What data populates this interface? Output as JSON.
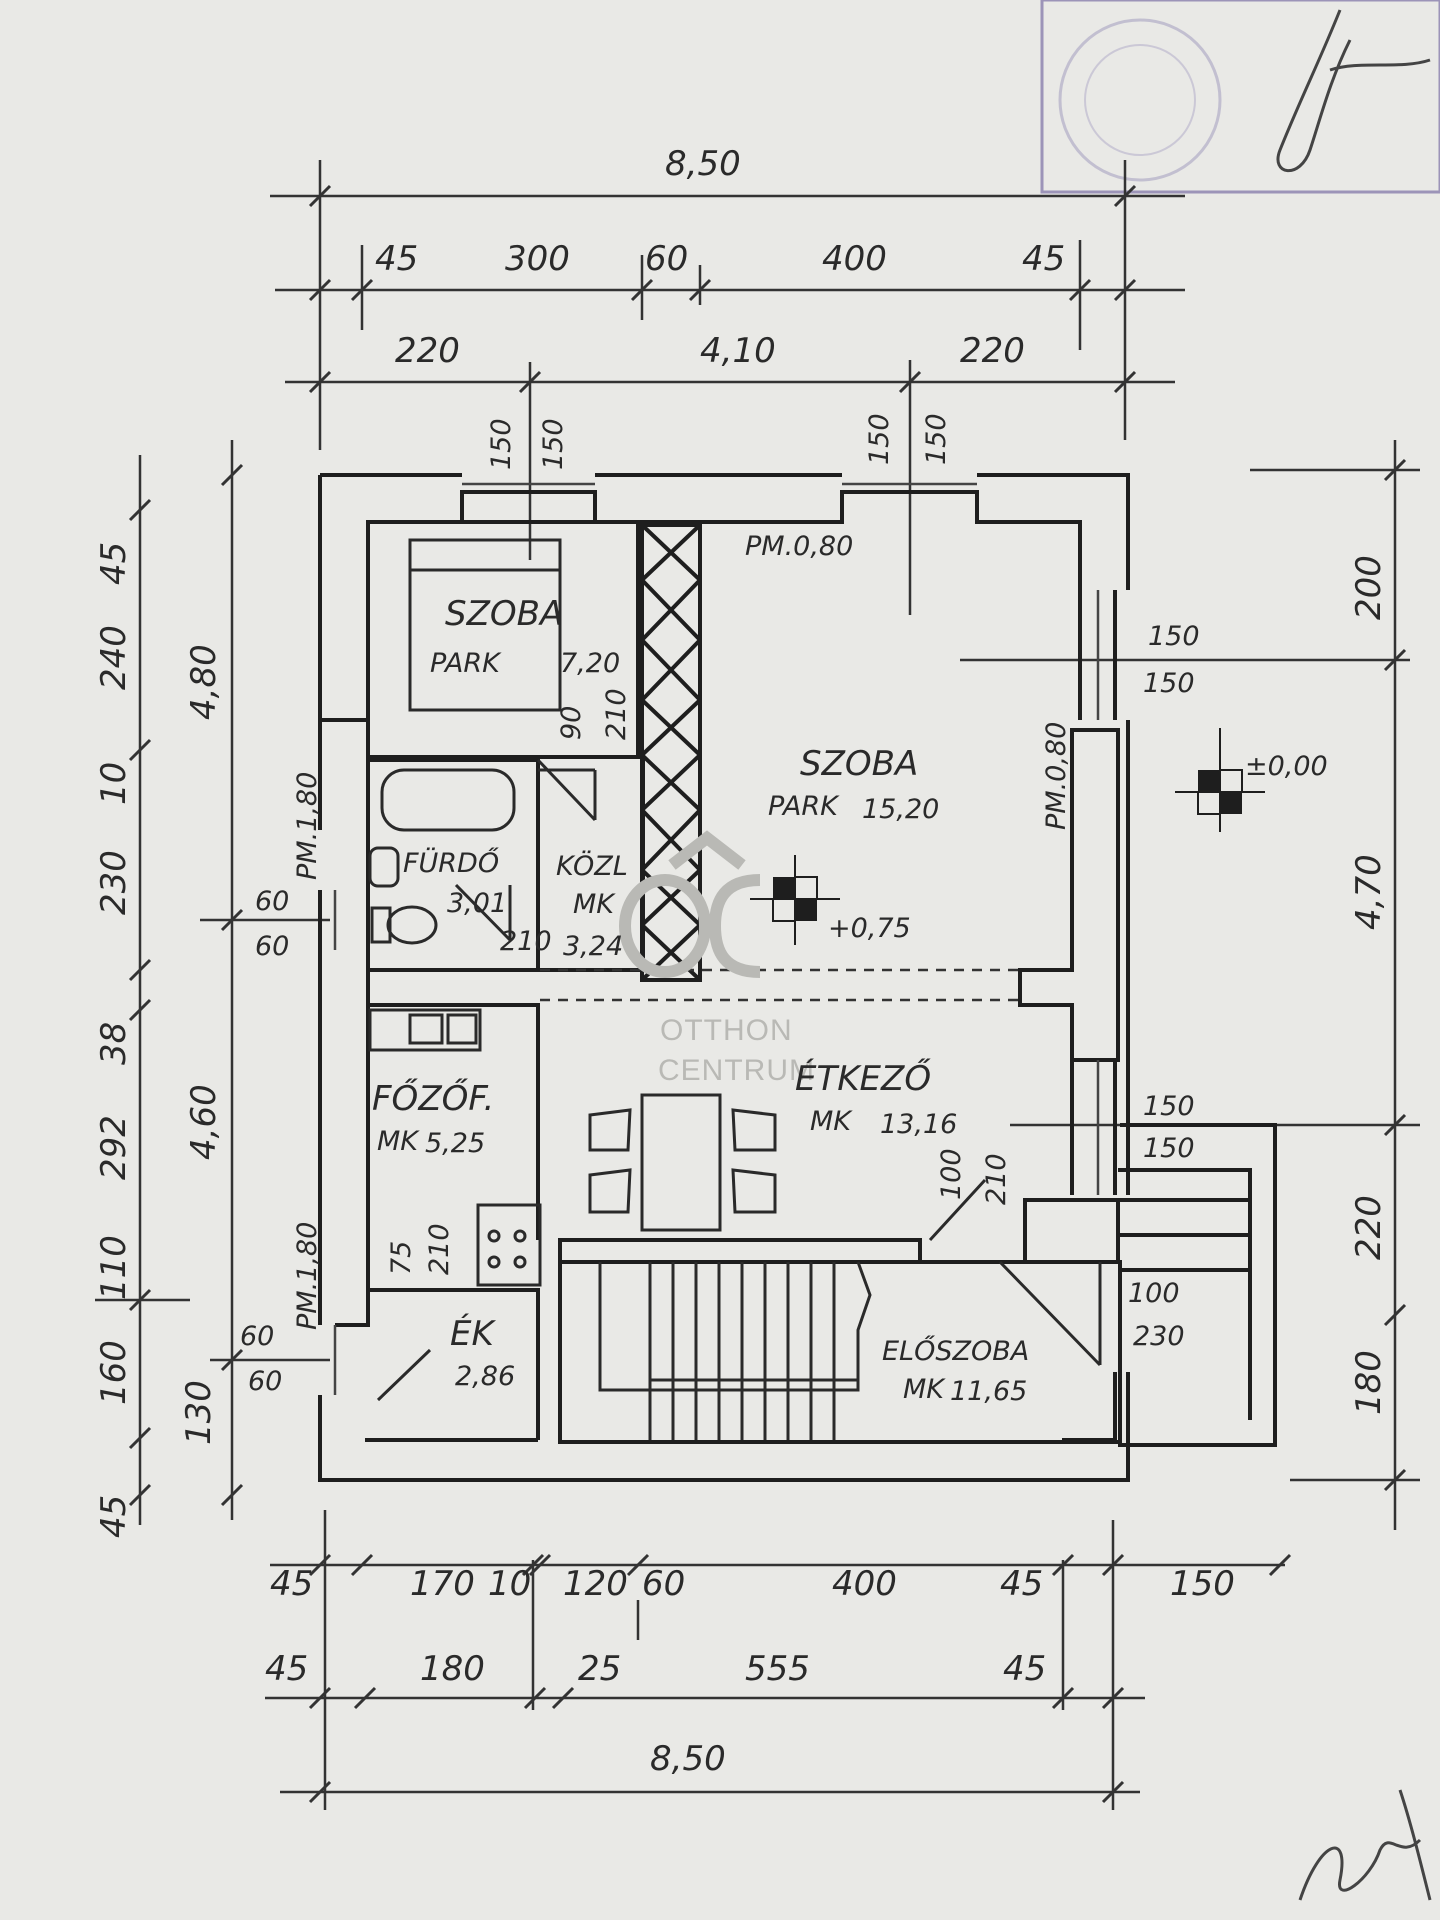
{
  "dimensions": {
    "top_overall": "8,50",
    "top_row1": [
      "45",
      "300",
      "60",
      "400",
      "45"
    ],
    "top_row2": [
      "220",
      "4,10",
      "220"
    ],
    "window_marks_top": [
      "150",
      "150",
      "150",
      "150"
    ],
    "bottom_row1": [
      "45",
      "170",
      "10",
      "120",
      "60",
      "400",
      "45",
      "150"
    ],
    "bottom_row2": [
      "45",
      "180",
      "25",
      "555",
      "45"
    ],
    "bottom_overall": "8,50",
    "left_outer": [
      "45",
      "240",
      "230",
      "10",
      "292",
      "38",
      "110",
      "160",
      "130",
      "45"
    ],
    "left_inner": [
      "4,80",
      "4,60"
    ],
    "left_openings": [
      "60",
      "60",
      "60",
      "60"
    ],
    "right": [
      "200",
      "4,70",
      "220",
      "180"
    ],
    "right_openings": [
      "150",
      "150",
      "150",
      "150",
      "100",
      "230"
    ]
  },
  "rooms": {
    "bedroom_small": {
      "name": "SZOBA",
      "floor": "PARK",
      "area": "7,20"
    },
    "bedroom_large": {
      "name": "SZOBA",
      "floor": "PARK",
      "area": "15,20"
    },
    "bathroom": {
      "name": "FÜRDŐ",
      "label": "3,01"
    },
    "corridor": {
      "name": "KÖZL",
      "floor": "MK",
      "area": "3,24"
    },
    "kitchen": {
      "name": "FŐZŐF.",
      "floor": "MK",
      "area": "5,25"
    },
    "dining": {
      "name": "ÉTKEZŐ",
      "floor": "MK",
      "area": "13,16"
    },
    "pantry": {
      "name": "ÉK",
      "area": "2,86"
    },
    "hall": {
      "name": "ELŐSZOBA",
      "floor": "MK",
      "area": "11,65"
    }
  },
  "annotations": {
    "parapet_top": "PM.0,80",
    "parapet_right": "PM.0,80",
    "parapet_left_1": "PM.1,80",
    "parapet_left_2": "PM.1,80",
    "door_90_210": [
      "90",
      "210"
    ],
    "door_75_210": [
      "75",
      "210"
    ],
    "door_210": "210",
    "door_100_210": [
      "100",
      "210"
    ],
    "level_inside": "+0,75",
    "level_outside": "±0,00"
  },
  "watermark": {
    "line1": "OTTHON",
    "line2": "CENTRUM"
  }
}
